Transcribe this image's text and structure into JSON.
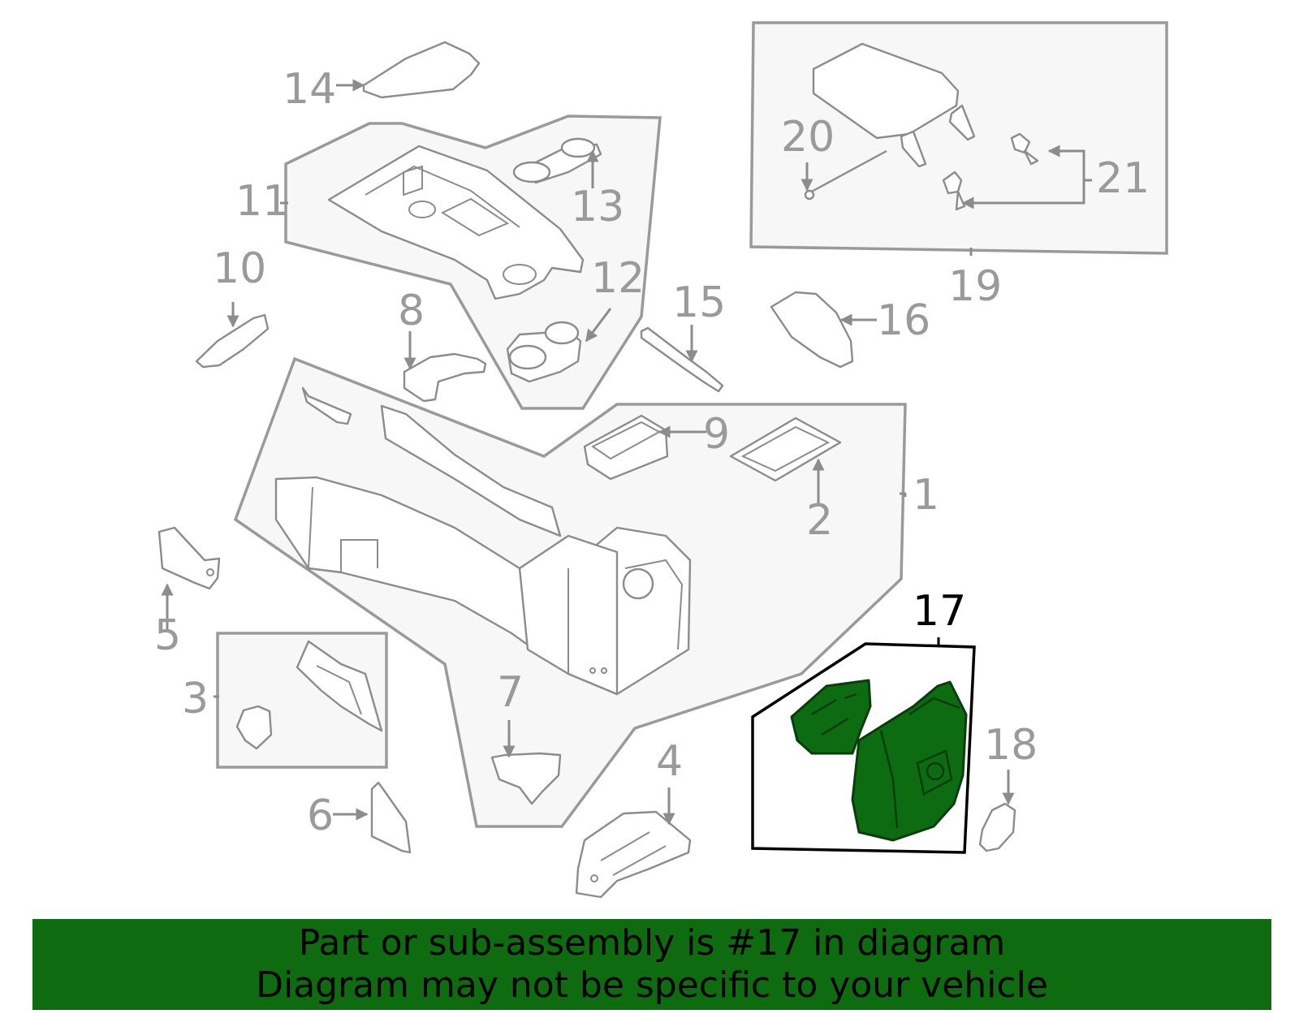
{
  "callouts": [
    "1",
    "2",
    "3",
    "4",
    "5",
    "6",
    "7",
    "8",
    "9",
    "10",
    "11",
    "12",
    "13",
    "14",
    "15",
    "16",
    "17",
    "18",
    "19",
    "20",
    "21"
  ],
  "highlighted_callout": "17",
  "colors": {
    "highlight_fill": "#0d6b12",
    "banner_bg": "#0e6b0f",
    "line_gray": "#9a9a9a"
  },
  "banner": {
    "line1": "Part or sub-assembly is #17 in diagram",
    "line2": "Diagram may not be specific to your vehicle"
  }
}
